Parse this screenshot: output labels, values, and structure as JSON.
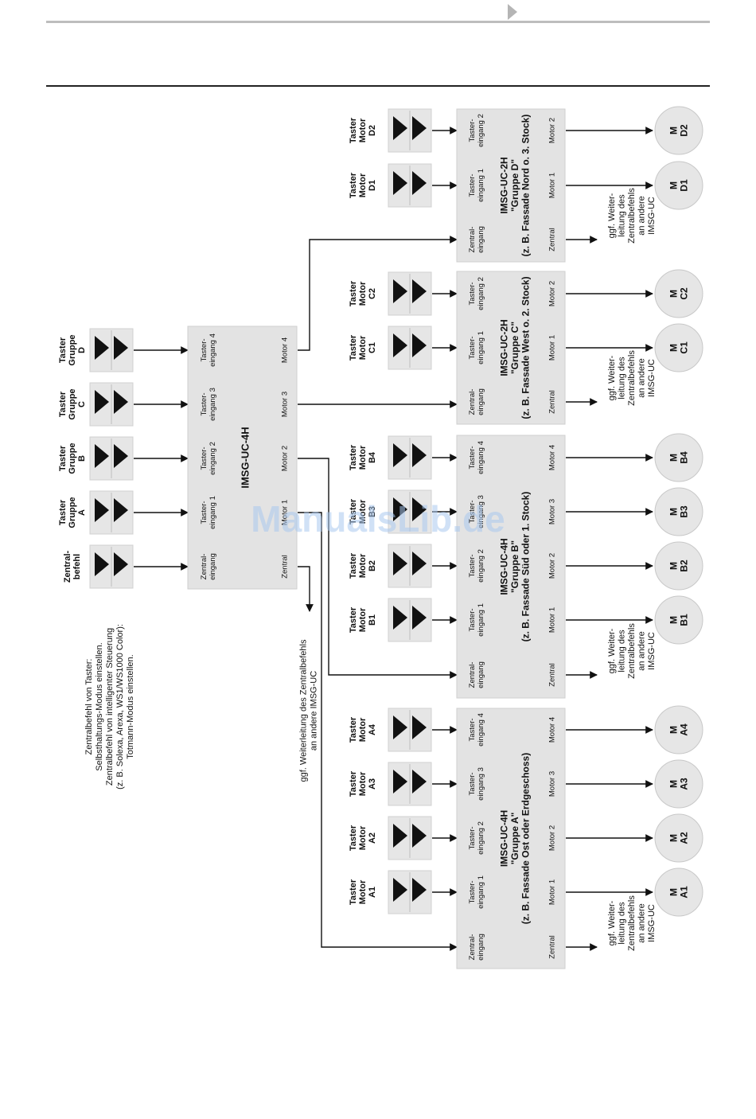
{
  "watermark": "ManualsLib.de",
  "main_controller": {
    "title": "IMSG-UC-4H",
    "inputs": [
      "Zentral-|eingang",
      "Taster-|eingang 1",
      "Taster-|eingang 2",
      "Taster-|eingang 3",
      "Taster-|eingang 4"
    ],
    "outputs": [
      "Zentral",
      "Motor 1",
      "Motor 2",
      "Motor 3",
      "Motor 4"
    ]
  },
  "main_buttons": [
    "Zentral-|befehl",
    "Taster|Gruppe|A",
    "Taster|Gruppe|B",
    "Taster|Gruppe|C",
    "Taster|Gruppe|D"
  ],
  "note_lines": [
    "Zentralbefehl von Taster:",
    "Selbsthaltungs-Modus einstellen.",
    "Zentralbefehl von intelligenter Steuerung",
    "(z. B. Solexa, Arexa, WS1/WS1000 Color):",
    "Totmann-Modus einstellen."
  ],
  "main_forward_lines": [
    "ggf. Weiterleitung des Zentralbefehls",
    "an andere IMSG-UC"
  ],
  "forward_lines": [
    "ggf. Weiter-",
    "leitung des",
    "Zentralbefehls",
    "an andere",
    "IMSG-UC"
  ],
  "groups": [
    {
      "id": "A",
      "title_lines": [
        "IMSG-UC-4H",
        "\"Gruppe A\"",
        "(z. B. Fassade Ost oder Erdgeschoss)"
      ],
      "inputs": [
        "Zentral-|eingang",
        "Taster-|eingang 1",
        "Taster-|eingang 2",
        "Taster-|eingang 3",
        "Taster-|eingang 4"
      ],
      "outputs": [
        "Zentral",
        "Motor 1",
        "Motor 2",
        "Motor 3",
        "Motor 4"
      ],
      "buttons": [
        "Taster|Motor|A1",
        "Taster|Motor|A2",
        "Taster|Motor|A3",
        "Taster|Motor|A4"
      ],
      "motors": [
        "M|A1",
        "M|A2",
        "M|A3",
        "M|A4"
      ]
    },
    {
      "id": "B",
      "title_lines": [
        "IMSG-UC-4H",
        "\"Gruppe B\"",
        "(z. B. Fassade Süd oder 1. Stock)"
      ],
      "inputs": [
        "Zentral-|eingang",
        "Taster-|eingang 1",
        "Taster-|eingang 2",
        "Taster-|eingang 3",
        "Taster-|eingang 4"
      ],
      "outputs": [
        "Zentral",
        "Motor 1",
        "Motor 2",
        "Motor 3",
        "Motor 4"
      ],
      "buttons": [
        "Taster|Motor|B1",
        "Taster|Motor|B2",
        "Taster|Motor|B3",
        "Taster|Motor|B4"
      ],
      "motors": [
        "M|B1",
        "M|B2",
        "M|B3",
        "M|B4"
      ]
    },
    {
      "id": "C",
      "title_lines": [
        "IMSG-UC-2H",
        "\"Gruppe C\"",
        "(z. B. Fassade West o. 2. Stock)"
      ],
      "inputs": [
        "Zentral-|eingang",
        "Taster-|eingang 1",
        "Taster-|eingang 2"
      ],
      "outputs": [
        "Zentral",
        "Motor 1",
        "Motor 2"
      ],
      "buttons": [
        "Taster|Motor|C1",
        "Taster|Motor|C2"
      ],
      "motors": [
        "M|C1",
        "M|C2"
      ]
    },
    {
      "id": "D",
      "title_lines": [
        "IMSG-UC-2H",
        "\"Gruppe D\"",
        "(z. B. Fassade Nord o. 3. Stock)"
      ],
      "inputs": [
        "Zentral-|eingang",
        "Taster-|eingang 1",
        "Taster-|eingang 2"
      ],
      "outputs": [
        "Zentral",
        "Motor 1",
        "Motor 2"
      ],
      "buttons": [
        "Taster|Motor|D1",
        "Taster|Motor|D2"
      ],
      "motors": [
        "M|D1",
        "M|D2"
      ]
    }
  ]
}
